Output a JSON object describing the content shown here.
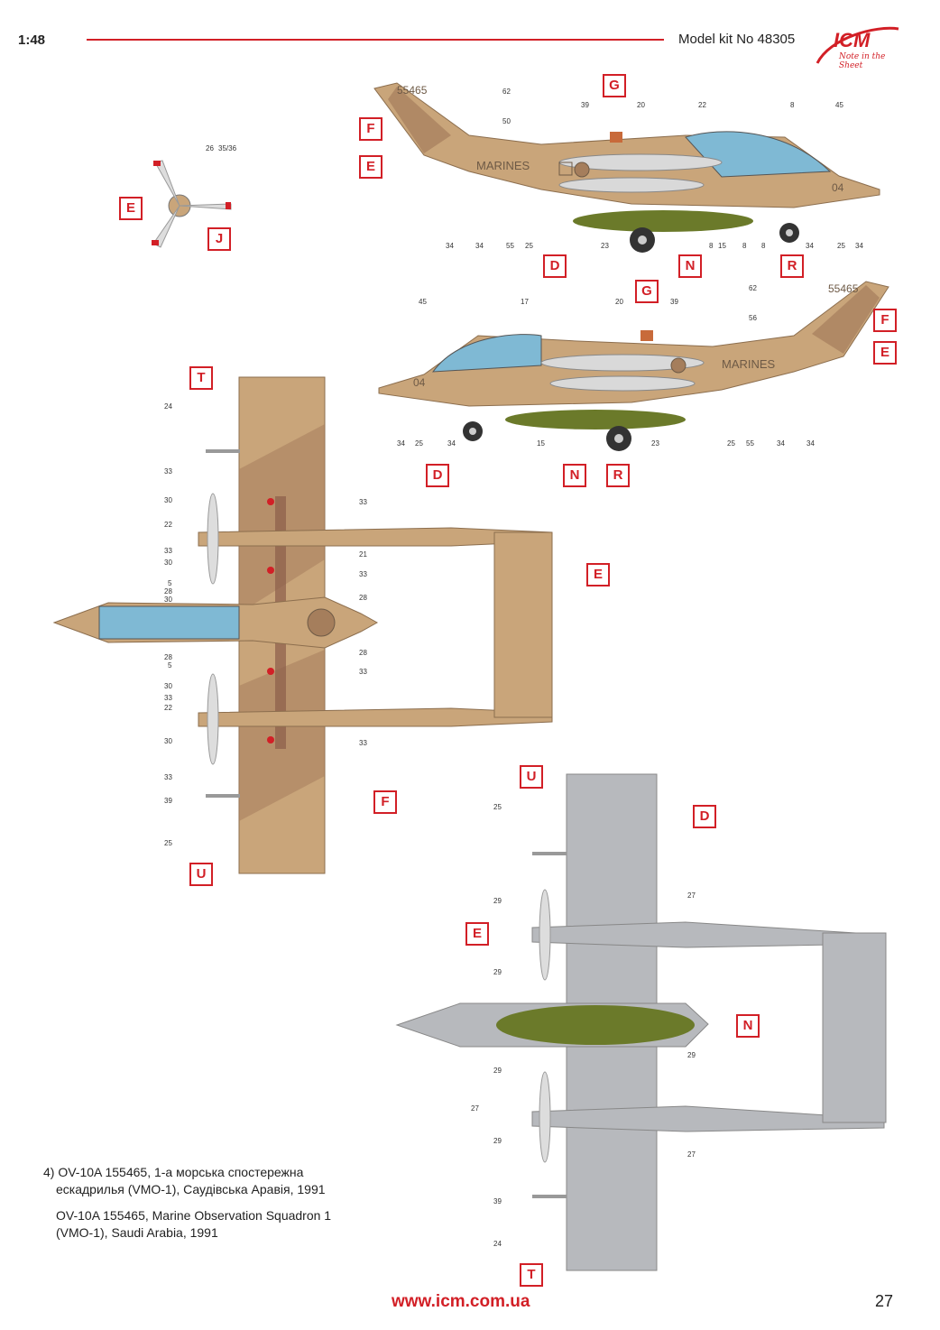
{
  "header": {
    "scale": "1:48",
    "kit": "Model kit No 48305",
    "logo_text": "ICM",
    "logo_tagline": "Note in the Sheet"
  },
  "colors": {
    "accent_red": "#d21f26",
    "desert_tan": "#c9a57a",
    "desert_brown": "#a57e5c",
    "canopy_blue": "#7fb9d4",
    "underside_gray": "#b7b9bd",
    "tank_green": "#6b7a2a"
  },
  "markings": {
    "serial": "55465",
    "code": "04",
    "service_text": "MARINES"
  },
  "labels": [
    "D",
    "E",
    "F",
    "G",
    "J",
    "N",
    "R",
    "T",
    "U"
  ],
  "side_top_numbers": {
    "above": [
      "62",
      "50",
      "39",
      "20",
      "22",
      "8",
      "45"
    ],
    "below": [
      "34",
      "34",
      "55",
      "25",
      "23",
      "8",
      "15",
      "8",
      "8",
      "34",
      "25",
      "34"
    ]
  },
  "propeller_numbers": [
    "26",
    "35/36"
  ],
  "side_bottom_numbers": {
    "above": [
      "45",
      "17",
      "20",
      "39",
      "62",
      "56"
    ],
    "below": [
      "34",
      "25",
      "34",
      "15",
      "23",
      "25",
      "55",
      "34",
      "34"
    ]
  },
  "top_view_left_numbers": [
    "24",
    "33",
    "30",
    "22",
    "33",
    "30",
    "5",
    "28",
    "30",
    "28",
    "5",
    "30",
    "33",
    "22",
    "30",
    "33",
    "39",
    "25"
  ],
  "top_view_right_numbers": [
    "33",
    "21",
    "33",
    "28",
    "28",
    "33",
    "33"
  ],
  "bottom_view_left_numbers": [
    "25",
    "29",
    "29",
    "29",
    "27",
    "29",
    "39",
    "24"
  ],
  "bottom_view_right_numbers": [
    "27",
    "29",
    "27"
  ],
  "description": {
    "ukrainian_line1": "4) OV-10A 155465, 1-а морська спостережна",
    "ukrainian_line2": "ескадрилья (VMO-1), Саудівська Аравія, 1991",
    "english_line1": "OV-10A 155465, Marine Observation Squadron 1",
    "english_line2": "(VMO-1), Saudi Arabia, 1991"
  },
  "footer": {
    "url": "www.icm.com.ua",
    "page": "27"
  }
}
